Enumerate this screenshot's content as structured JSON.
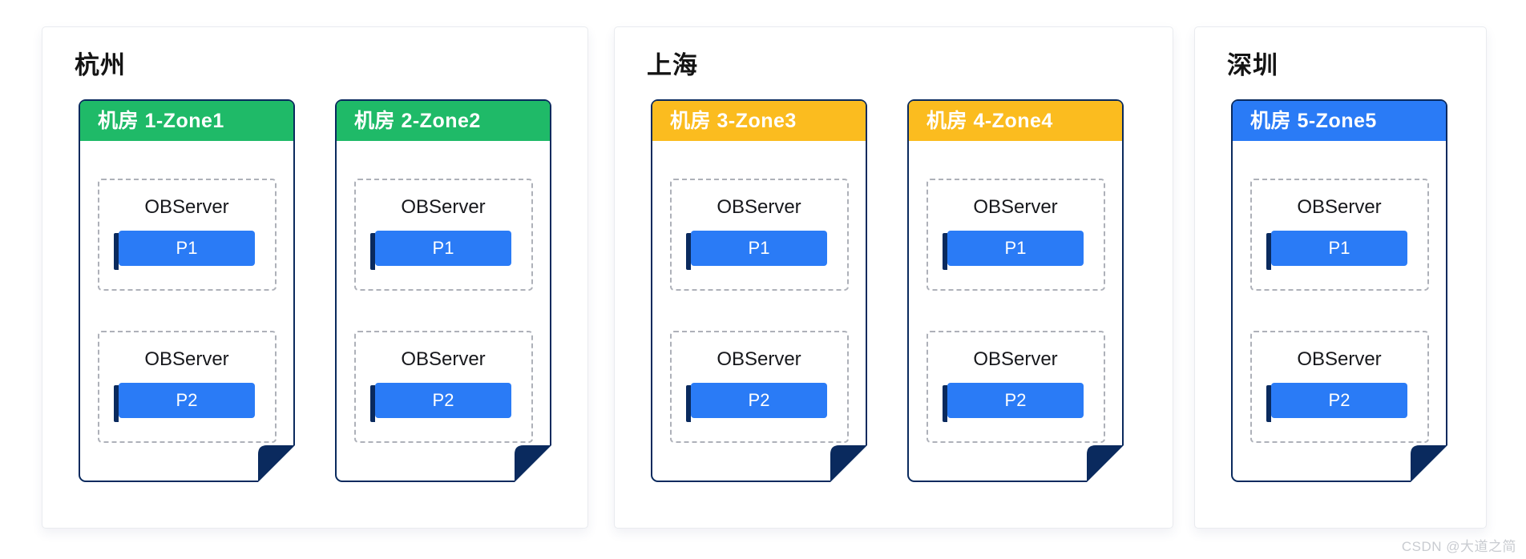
{
  "diagram": {
    "description": "Five-zone three-city deployment diagram",
    "colors": {
      "zone_green": "#1fba68",
      "zone_amber": "#fbbc1f",
      "zone_blue": "#2a7bf6",
      "navy_border": "#0a2a5e",
      "partition_blue": "#2a7bf6",
      "dashed_gray": "#aeb1b9"
    }
  },
  "regions": [
    {
      "name": "杭州",
      "zones": [
        {
          "label": "机房 1-Zone1",
          "color": "#1fba68",
          "servers": [
            {
              "label": "OBServer",
              "partition": "P1"
            },
            {
              "label": "OBServer",
              "partition": "P2"
            }
          ]
        },
        {
          "label": "机房 2-Zone2",
          "color": "#1fba68",
          "servers": [
            {
              "label": "OBServer",
              "partition": "P1"
            },
            {
              "label": "OBServer",
              "partition": "P2"
            }
          ]
        }
      ]
    },
    {
      "name": "上海",
      "zones": [
        {
          "label": "机房 3-Zone3",
          "color": "#fbbc1f",
          "servers": [
            {
              "label": "OBServer",
              "partition": "P1"
            },
            {
              "label": "OBServer",
              "partition": "P2"
            }
          ]
        },
        {
          "label": "机房 4-Zone4",
          "color": "#fbbc1f",
          "servers": [
            {
              "label": "OBServer",
              "partition": "P1"
            },
            {
              "label": "OBServer",
              "partition": "P2"
            }
          ]
        }
      ]
    },
    {
      "name": "深圳",
      "zones": [
        {
          "label": "机房 5-Zone5",
          "color": "#2a7bf6",
          "servers": [
            {
              "label": "OBServer",
              "partition": "P1"
            },
            {
              "label": "OBServer",
              "partition": "P2"
            }
          ]
        }
      ]
    }
  ],
  "watermark": {
    "text": "CSDN @大道之简"
  }
}
